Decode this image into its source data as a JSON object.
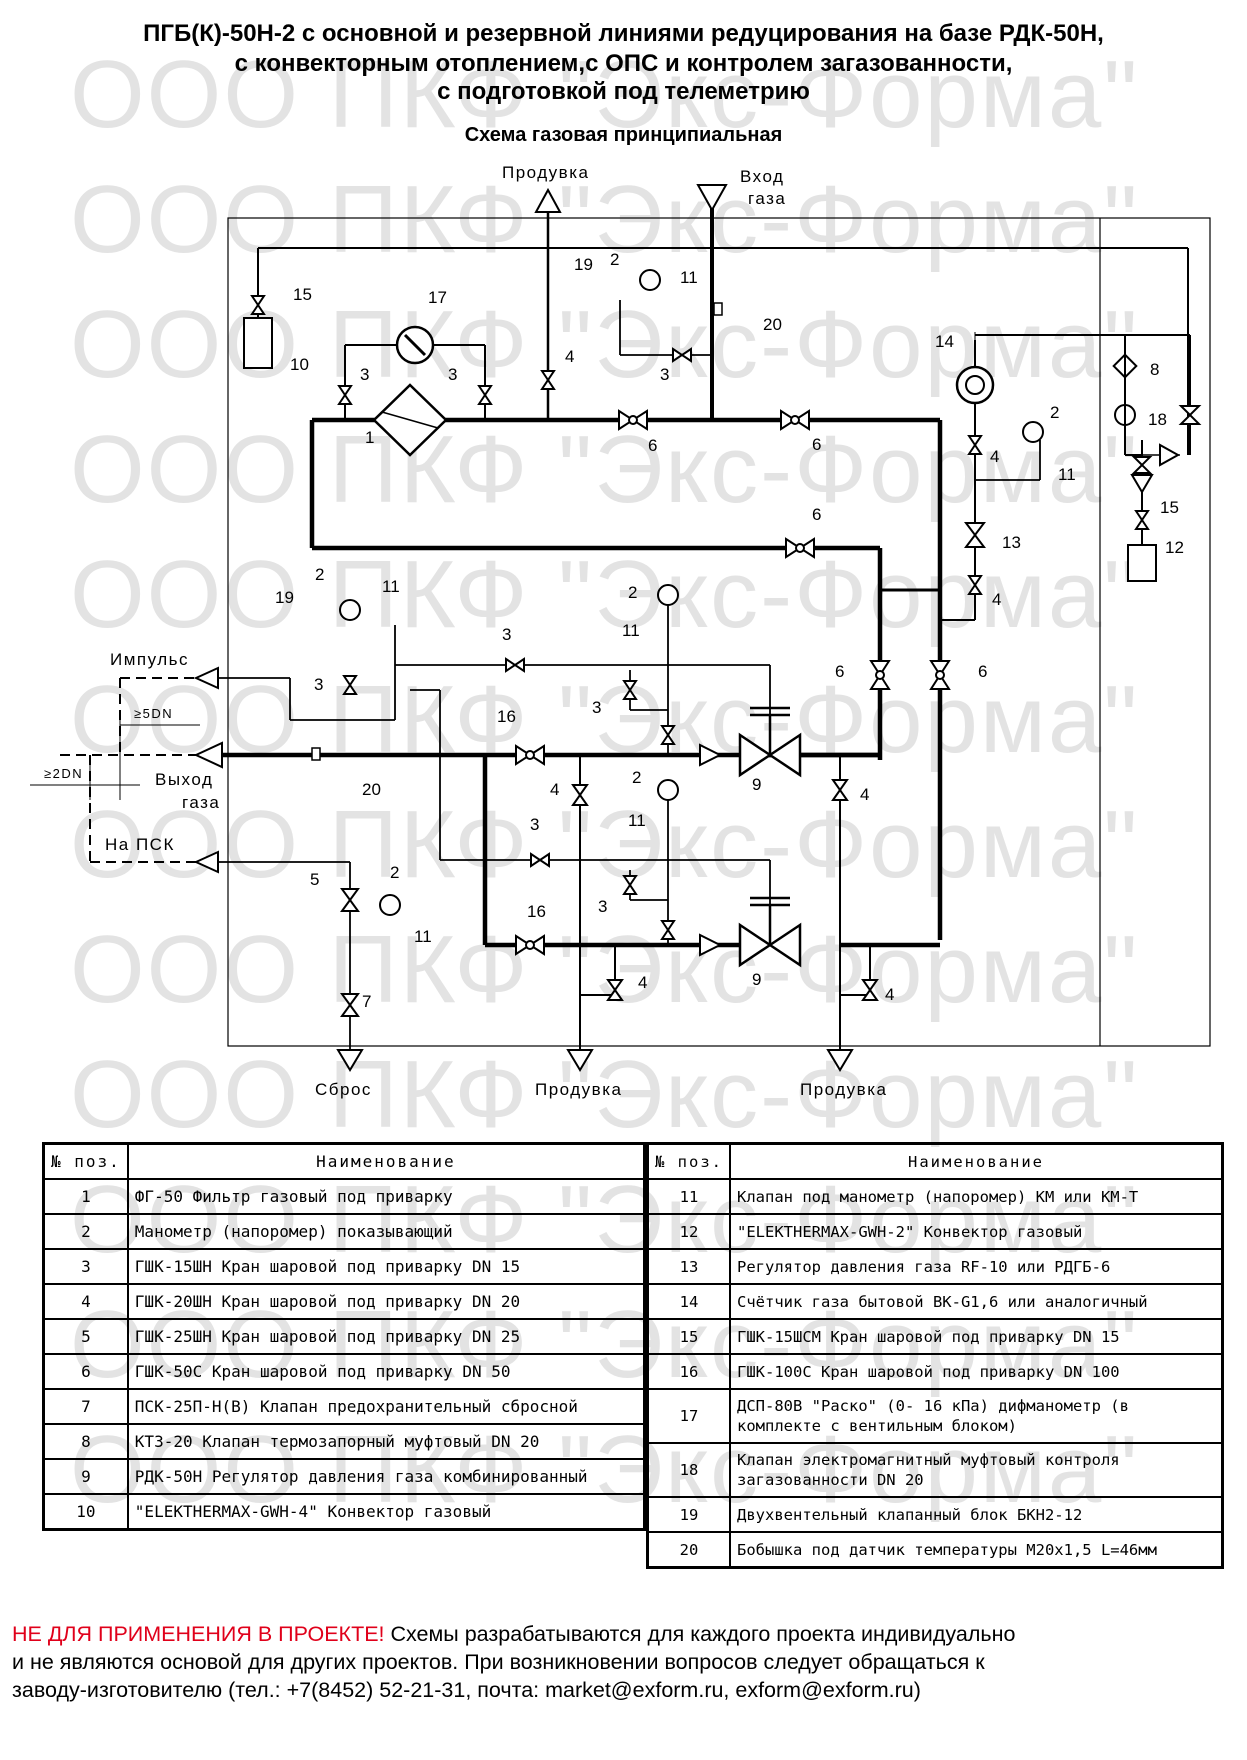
{
  "title": {
    "line1": "ПГБ(К)-50Н-2 с основной и резервной линиями редуцирования на базе РДК-50Н,",
    "line2": "с конвекторным отоплением,с ОПС и контролем загазованности,",
    "line3": "с подготовкой под телеметрию"
  },
  "subtitle": "Схема газовая принципиальная",
  "watermark": "ООО ПКФ \"Экс-Форма\"",
  "diagram_labels": {
    "produvka": "Продувка",
    "vhod": "Вход",
    "gaza": "газа",
    "impuls": "Импульс",
    "dn5": "≥5DN",
    "dn2": "≥2DN",
    "vyhod": "Выход",
    "na_psk": "На ПСК",
    "sbros": "Сброс"
  },
  "callouts": [
    "1",
    "2",
    "3",
    "4",
    "5",
    "6",
    "7",
    "8",
    "9",
    "10",
    "11",
    "12",
    "13",
    "14",
    "15",
    "16",
    "17",
    "18",
    "19",
    "20"
  ],
  "table": {
    "col_pos": "№ поз.",
    "col_name": "Наименование",
    "left_rows": [
      {
        "n": "1",
        "name": "ФГ-50 Фильтр газовый под приварку"
      },
      {
        "n": "2",
        "name": "Манометр (напоромер) показывающий"
      },
      {
        "n": "3",
        "name": "ГШК-15ШН Кран шаровой под приварку DN 15"
      },
      {
        "n": "4",
        "name": "ГШК-20ШН Кран шаровой под приварку DN 20"
      },
      {
        "n": "5",
        "name": "ГШК-25ШН Кран шаровой под приварку DN 25"
      },
      {
        "n": "6",
        "name": "ГШК-50С Кран шаровой под приварку DN 50"
      },
      {
        "n": "7",
        "name": "ПСК-25П-Н(В) Клапан предохранительный сбросной"
      },
      {
        "n": "8",
        "name": "КТЗ-20 Клапан термозапорный муфтовый DN 20"
      },
      {
        "n": "9",
        "name": "РДК-50Н Регулятор давления газа комбинированный"
      },
      {
        "n": "10",
        "name": "\"ELEKTHERMAX-GWH-4\" Конвектор газовый"
      }
    ],
    "right_rows": [
      {
        "n": "11",
        "name": "Клапан под манометр (напоромер) КМ или КМ-Т"
      },
      {
        "n": "12",
        "name": "\"ELEKTHERMAX-GWH-2\" Конвектор газовый"
      },
      {
        "n": "13",
        "name": "Регулятор давления газа RF-10 или РДГБ-6"
      },
      {
        "n": "14",
        "name": "Счётчик газа бытовой ВК-G1,6 или аналогичный"
      },
      {
        "n": "15",
        "name": "ГШК-15ШСМ Кран шаровой под приварку DN 15"
      },
      {
        "n": "16",
        "name": "ГШК-100С Кран шаровой под приварку DN 100"
      },
      {
        "n": "17",
        "name": "ДСП-80В \"Раско\" (0- 16 кПа) дифманометр (в комплекте с вентильным блоком)"
      },
      {
        "n": "18",
        "name": "Клапан электромагнитный муфтовый контроля загазованности DN 20"
      },
      {
        "n": "19",
        "name": "Двухвентельный клапанный блок БКН2-12"
      },
      {
        "n": "20",
        "name": "Бобышка под датчик температуры М20х1,5  L=46мм"
      }
    ]
  },
  "footer": {
    "warning": "НЕ ДЛЯ ПРИМЕНЕНИЯ В ПРОЕКТЕ!",
    "text1": " Схемы разрабатываются для каждого проекта индивидуально",
    "text2": "и не являются основой для других проектов. При возникновении вопросов следует обращаться к",
    "text3": "заводу-изготовителю (тел.: +7(8452) 52-21-31, почта: market@exform.ru, exform@exform.ru)"
  },
  "colors": {
    "warning": "#e0001a",
    "line": "#000000",
    "watermark": "#e3e3e3"
  }
}
